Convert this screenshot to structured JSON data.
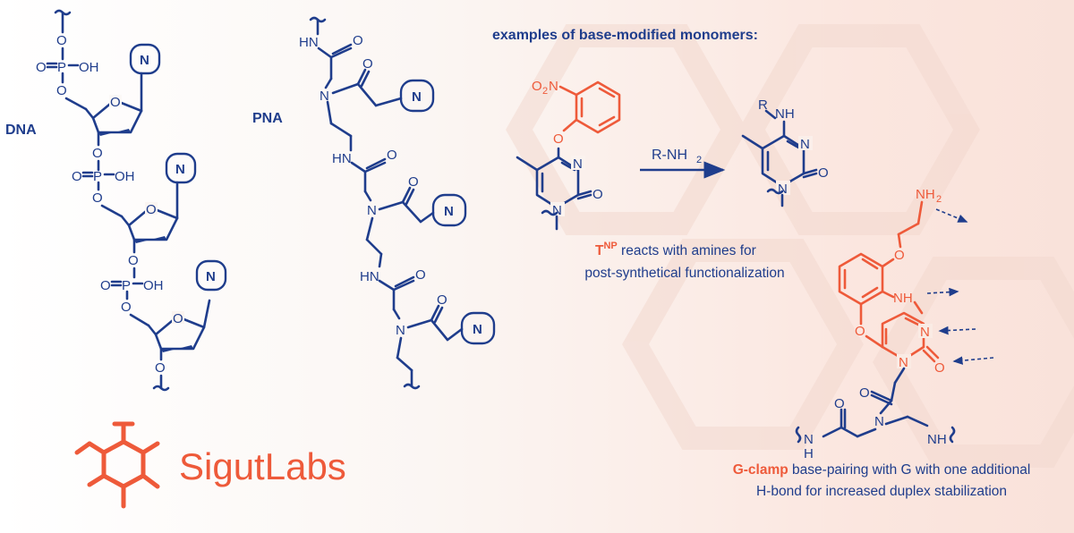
{
  "labels": {
    "dna": "DNA",
    "pna": "PNA",
    "heading": "examples of base-modified monomers:",
    "reagent": "R-NH",
    "reagent_sub": "2",
    "tnp_main": "T",
    "tnp_sup": "NP",
    "tnp_line1_rest": " reacts with amines for",
    "tnp_line2": "post-synthetical functionalization",
    "gclamp_bold": "G-clamp",
    "gclamp_line1_rest": " base-pairing with G with one additional",
    "gclamp_line2": "H-bond for increased duplex stabilization",
    "logo_text": "SigutLabs"
  },
  "atoms": {
    "base": "N",
    "phosphorus": "P",
    "oxygen": "O",
    "hydroxyl": "OH",
    "nitrogen": "N",
    "amide_nh": "HN",
    "amine_nh": "NH",
    "nh_chain": "NH",
    "r_group": "R",
    "nitro": "O",
    "nitro_sub": "2",
    "nitro_n": "N",
    "amine_terminal": "NH",
    "amine_sub": "2",
    "h_left": "H",
    "n_left": "N"
  },
  "colors": {
    "navy": "#1f3d8c",
    "orange": "#ee5a3a"
  }
}
